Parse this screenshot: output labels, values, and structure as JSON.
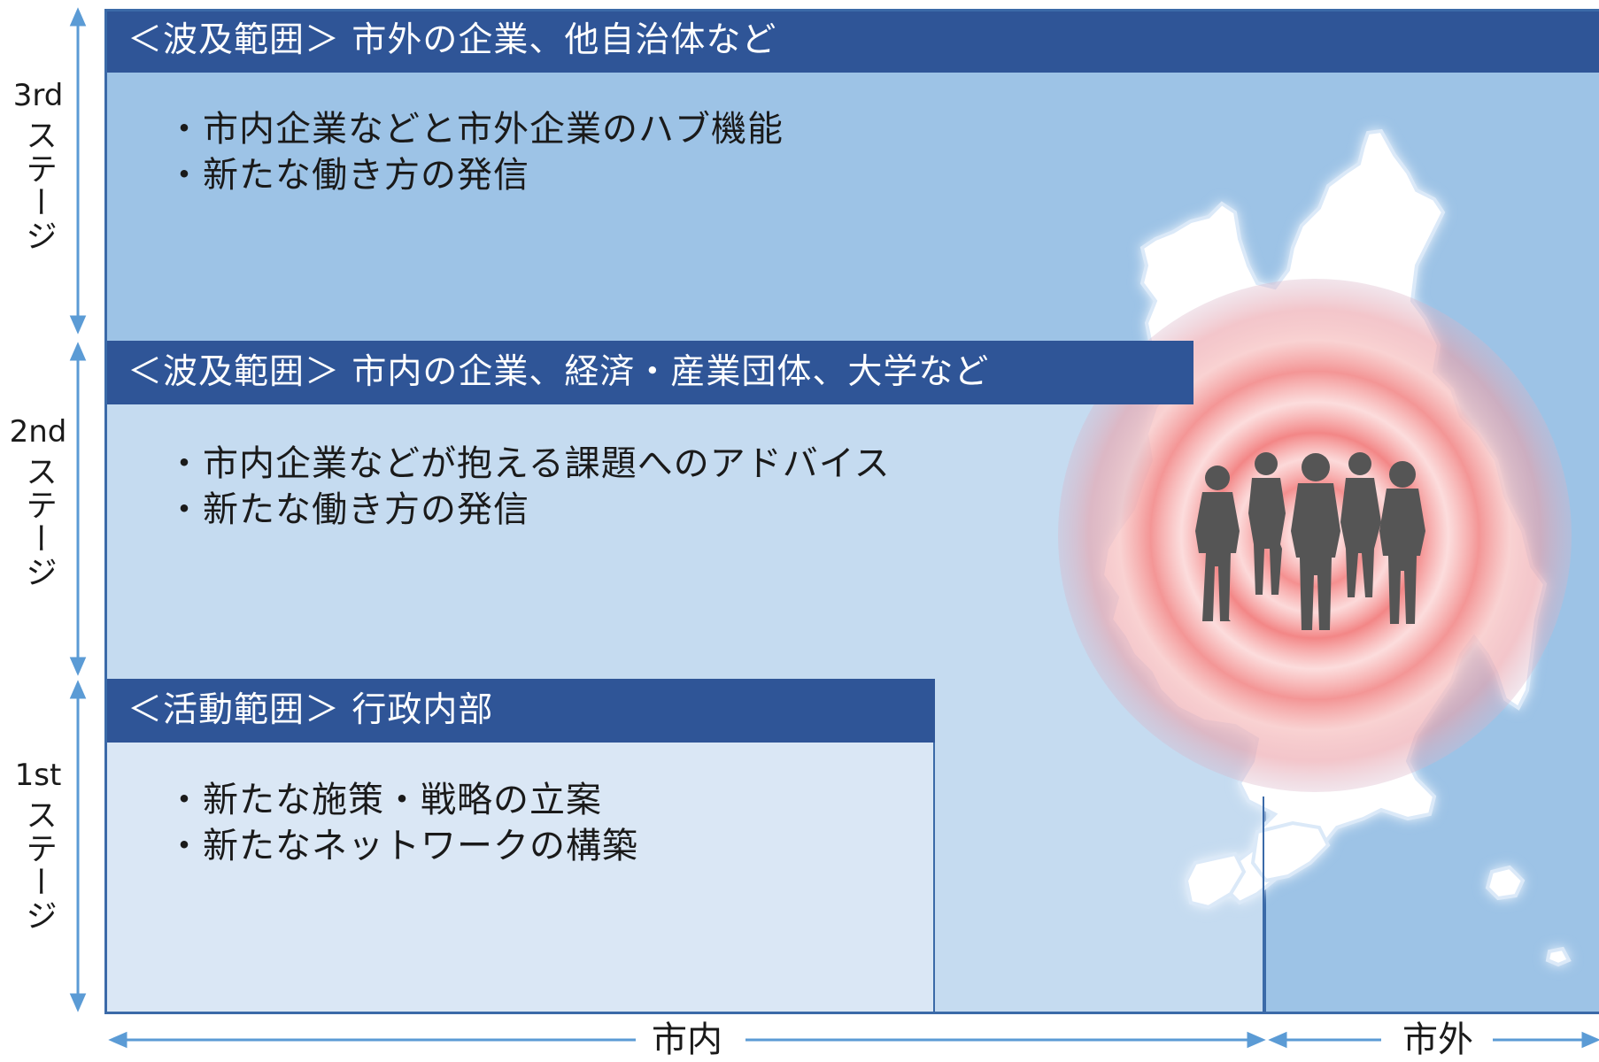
{
  "stages": [
    {
      "id": "3rd",
      "stage_number": "3rd",
      "stage_word": "ステージ",
      "header": "＜波及範囲＞ 市外の企業、他自治体など",
      "bullets": [
        "・市内企業などと市外企業のハブ機能",
        "・新たな働き方の発信"
      ]
    },
    {
      "id": "2nd",
      "stage_number": "2nd",
      "stage_word": "ステージ",
      "header": "＜波及範囲＞ 市内の企業、経済・産業団体、大学など",
      "bullets": [
        "・市内企業などが抱える課題へのアドバイス",
        "・新たな働き方の発信"
      ]
    },
    {
      "id": "1st",
      "stage_number": "1st",
      "stage_word": "ステージ",
      "header": "＜活動範囲＞ 行政内部",
      "bullets": [
        "・新たな施策・戦略の立案",
        "・新たなネットワークの構築"
      ]
    }
  ],
  "regions": {
    "inside": "市内",
    "outside": "市外"
  },
  "colors": {
    "header_bg": "#2f5597",
    "layer3_bg": "#9dc3e6",
    "layer2_bg": "#c5dbf0",
    "layer1_bg": "#dae7f5",
    "arrow": "#5b9bd5",
    "ripple": "#f4a0a0",
    "silhouette": "#555555"
  },
  "illustration": {
    "map_icon": "city-map-silhouette",
    "ripple_icon": "concentric-ripple",
    "people_icon": "business-people-group-icon",
    "people_count": 5
  }
}
